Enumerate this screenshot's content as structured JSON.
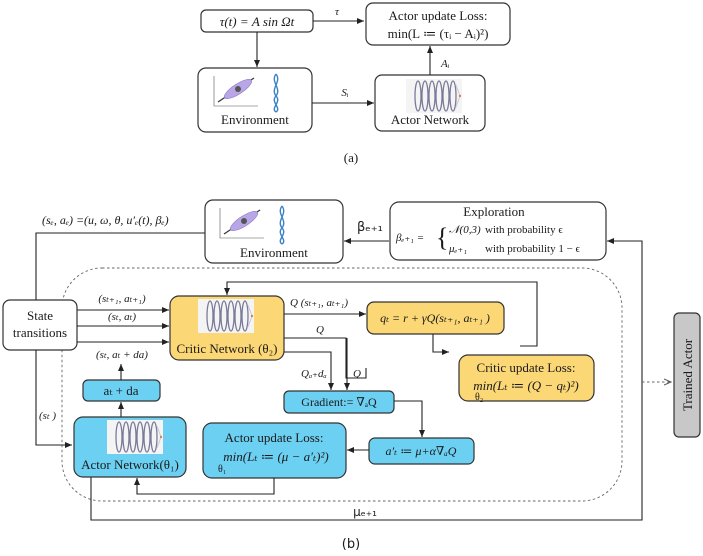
{
  "panel_a": {
    "caption": "(a)",
    "signal_box": "τ(t) = A sin Ωt",
    "tau_label": "τ",
    "loss_box": {
      "title": "Actor update Loss:",
      "formula": "min(L ≔ (τᵢ − Aᵢ)²)"
    },
    "environment_label": "Environment",
    "actor_network_label": "Actor Network",
    "state_label": "Sᵢ",
    "action_label": "Aᵢ"
  },
  "panel_b": {
    "caption": "(b)",
    "episode_tuple": "(sₑ, aₑ) =(u, ω, θ, u′ₑ(t), βₑ)",
    "environment_label": "Environment",
    "beta_label": "βₑ₊₁",
    "exploration": {
      "title": "Exploration",
      "lhs": "βₑ₊₁ =",
      "case1_value": "𝒩(0,3)",
      "case1_cond": "with probability ϵ",
      "case2_value": "μₑ₊₁",
      "case2_cond": "with probability 1 − ϵ"
    },
    "state_transitions": {
      "line1": "State",
      "line2": "transitions"
    },
    "edge_next": "(sₜ₊₁, aₜ₊₁)",
    "edge_current": "(sₜ, aₜ)",
    "edge_perturbed": "(sₜ, aₜ + da)",
    "edge_state": "(sₜ )",
    "critic_network_label": "Critic Network  (θ₂)",
    "q_next_label": "Q (sₜ₊₁, aₜ₊₁)",
    "q_label": "Q",
    "q_plus_da_label": "Qₐ₊dₐ",
    "q_label_2": "Q",
    "target_box": "qₜ = r + γQ(sₜ₊₁, aₜ₊₁ )",
    "critic_loss": {
      "title": "Critic update Loss:",
      "formula": "min(Lₜ ≔ (Q − qₜ)²)",
      "sub": "θ₂"
    },
    "gradient_box": "Gradient:=  ∇ₐQ",
    "perturb_box": "aₜ + da",
    "actor_network_label": "Actor Network(θ₁)",
    "actor_loss": {
      "title": "Actor update Loss:",
      "formula": "min(Lₜ ≔ (μ − a′ₜ)²)",
      "sub": "θ₁"
    },
    "target_action_box": "a′ₜ ≔ μ+α∇ₐQ",
    "mu_label": "μₑ₊₁",
    "trained_actor": "Trained Actor"
  },
  "colors": {
    "critic": "#fbd775",
    "actor": "#6cd0f2",
    "trained": "#c8c8c8"
  }
}
